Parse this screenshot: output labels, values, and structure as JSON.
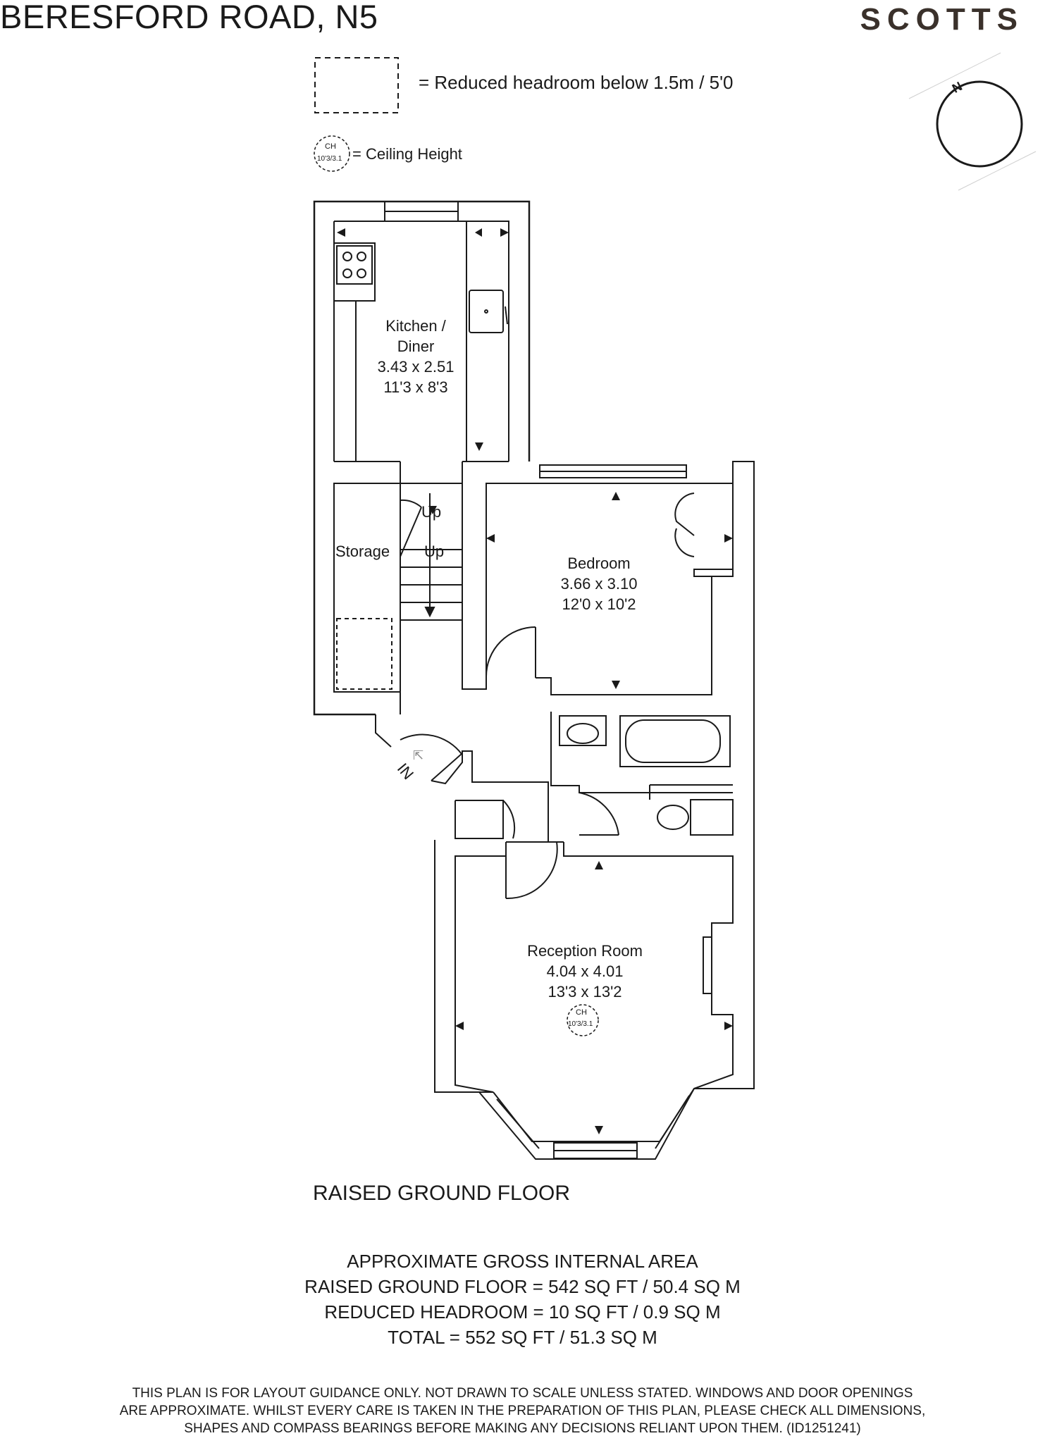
{
  "header": {
    "title": "BERESFORD ROAD, N5",
    "brand": "SCOTTS"
  },
  "legend": {
    "headroom_text": "= Reduced headroom below 1.5m / 5'0",
    "ceiling_text": "= Ceiling Height",
    "ch_badge_top": "CH",
    "ch_badge_bottom": "10'3/3.1"
  },
  "compass": {
    "label": "N"
  },
  "rooms": {
    "kitchen": {
      "line1": "Kitchen /",
      "line2": "Diner",
      "metric": "3.43 x 2.51",
      "imperial": "11'3 x 8'3"
    },
    "bedroom": {
      "name": "Bedroom",
      "metric": "3.66 x 3.10",
      "imperial": "12'0 x 10'2"
    },
    "reception": {
      "name": "Reception Room",
      "metric": "4.04 x 4.01",
      "imperial": "13'3 x 13'2"
    },
    "storage": {
      "name": "Storage"
    }
  },
  "labels": {
    "up_1": "Up",
    "up_2": "Up",
    "entrance": "IN"
  },
  "floor_name": "RAISED GROUND FLOOR",
  "area": {
    "line1": "APPROXIMATE GROSS INTERNAL AREA",
    "line2": "RAISED GROUND FLOOR = 542 SQ FT / 50.4 SQ M",
    "line3": "REDUCED HEADROOM = 10 SQ FT / 0.9 SQ M",
    "line4": "TOTAL = 552 SQ FT / 51.3 SQ M"
  },
  "disclaimer": {
    "line1": "THIS PLAN IS FOR LAYOUT GUIDANCE ONLY. NOT DRAWN TO SCALE UNLESS STATED. WINDOWS AND DOOR OPENINGS",
    "line2": "ARE APPROXIMATE. WHILST EVERY CARE IS TAKEN IN THE PREPARATION OF THIS PLAN, PLEASE CHECK ALL DIMENSIONS,",
    "line3": "SHAPES AND COMPASS BEARINGS BEFORE MAKING ANY DECISIONS RELIANT UPON THEM. (ID1251241)"
  },
  "colors": {
    "line": "#1a1a1a",
    "brand": "#3a312b",
    "background": "#ffffff"
  }
}
